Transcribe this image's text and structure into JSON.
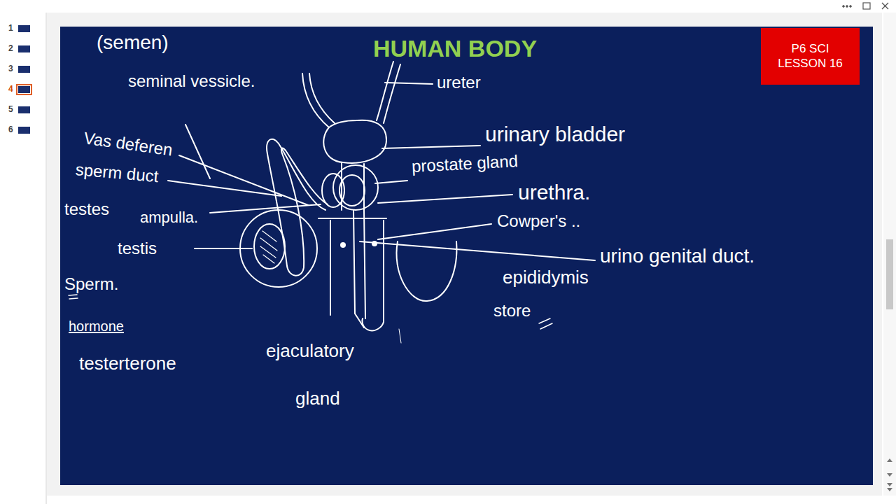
{
  "diagram": {
    "title": "HUMAN BODY",
    "nodes": [
      {
        "text": [
          "P6 SCI LESSON 16"
        ]
      }
    ],
    "labels": [
      "1",
      "2",
      "3",
      "4",
      "5",
      "6",
      "(semen)",
      "ureter",
      "seminal vessicle.",
      "urinary bladder",
      "Vas deferen",
      "prostate gland",
      "sperm duct",
      "urethra.",
      "testes",
      "ampulla.",
      "Cowper's ..",
      "testis",
      "urino genital duct.",
      "epididymis",
      "Sperm.",
      "store",
      "hormone",
      "ejaculatory",
      "testerterone",
      "gland"
    ]
  }
}
